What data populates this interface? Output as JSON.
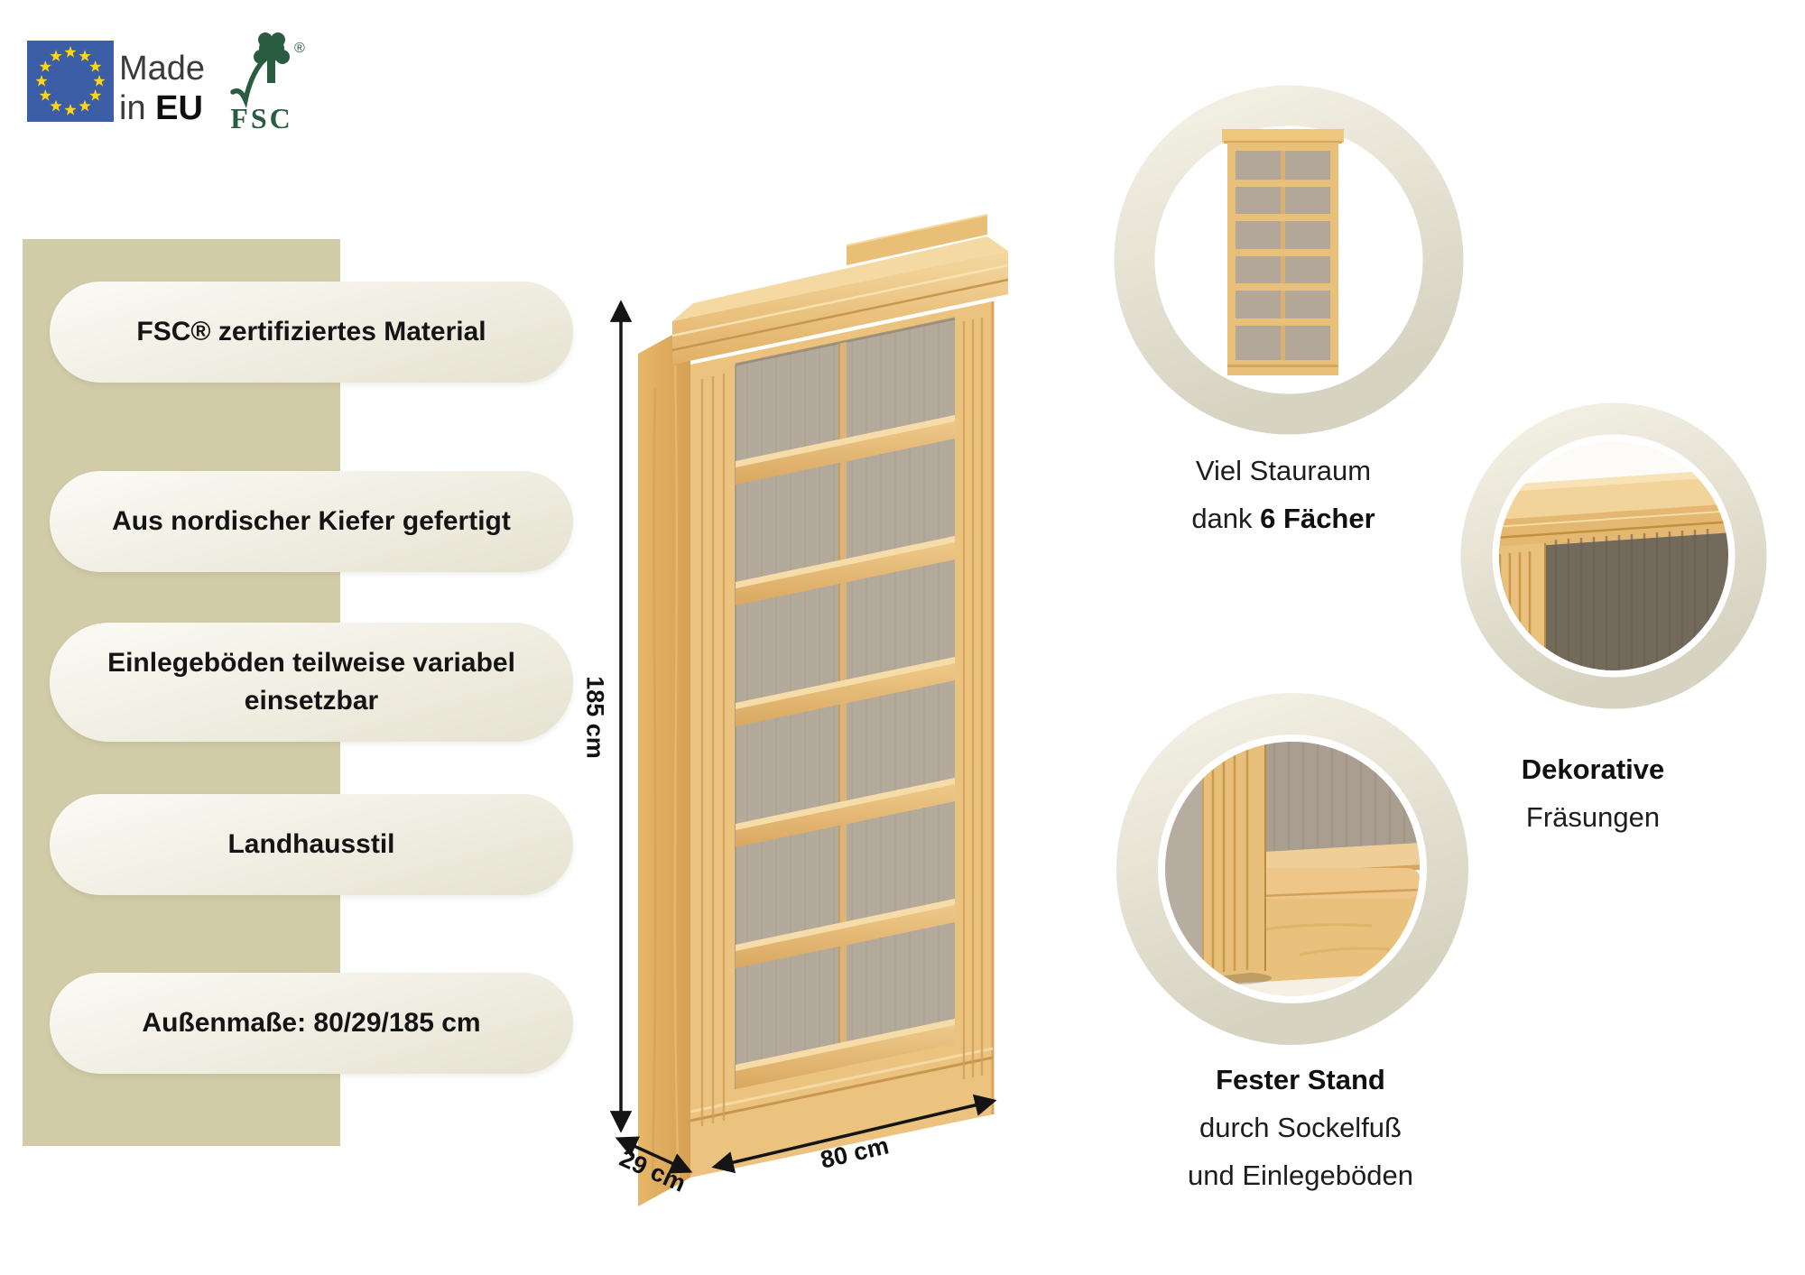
{
  "badges": {
    "made_in": {
      "line1": "Made",
      "line2_regular": "in ",
      "line2_bold": "EU"
    },
    "fsc": {
      "text": "FSC",
      "registered": "®"
    }
  },
  "feature_pills": [
    {
      "line1": "FSC® zertifiziertes Material"
    },
    {
      "line1": "Aus nordischer Kiefer gefertigt"
    },
    {
      "line1": "Einlegeböden teilweise variabel",
      "line2": "einsetzbar"
    },
    {
      "line1": "Landhausstil"
    },
    {
      "line1": "Außenmaße: 80/29/185 cm"
    }
  ],
  "dimensions": {
    "height": "185 cm",
    "depth": "29 cm",
    "width": "80 cm"
  },
  "callouts": {
    "storage": {
      "line1": "Viel Stauraum",
      "line2_regular": "dank ",
      "line2_bold": "6 Fächer"
    },
    "milling": {
      "line1_bold": "Dekorative",
      "line2": "Fräsungen"
    },
    "stability": {
      "line1_bold": "Fester Stand",
      "line2": "durch Sockelfuß",
      "line3": "und Einlegeböden"
    }
  },
  "colors": {
    "band": "#d1cba7",
    "pill_light": "#fbfaf5",
    "pill_dark": "#e5e2d1",
    "wood": "#ecc37e",
    "wood_shadow": "#d9a75e",
    "back_panel": "#b4aa9c",
    "back_dark": "#746a5b",
    "ring": "#e9e6d7",
    "eu_blue": "#3c5ea6",
    "star_yellow": "#ffd617",
    "fsc_green": "#2a5c42"
  }
}
